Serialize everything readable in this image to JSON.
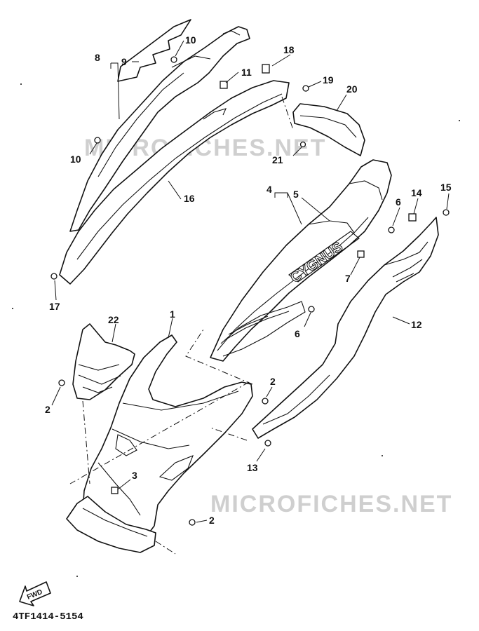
{
  "watermark": {
    "top_text": "MICROFICHES.NET",
    "bottom_text": "MICROFICHES.NET",
    "color": "#cfcfcf"
  },
  "callouts": {
    "c1": "1",
    "c2a": "2",
    "c2b": "2",
    "c2c": "2",
    "c3": "3",
    "c4": "4",
    "c5": "5",
    "c6a": "6",
    "c6b": "6",
    "c7": "7",
    "c8": "8",
    "c9": "9",
    "c10a": "10",
    "c10b": "10",
    "c11": "11",
    "c12": "12",
    "c13": "13",
    "c14": "14",
    "c15": "15",
    "c16": "16",
    "c17": "17",
    "c18": "18",
    "c19": "19",
    "c20": "20",
    "c21": "21",
    "c22": "22"
  },
  "emblem_text": "CYGNUS",
  "fwd_label": "FWD",
  "document_number": "4TF1414-5154"
}
